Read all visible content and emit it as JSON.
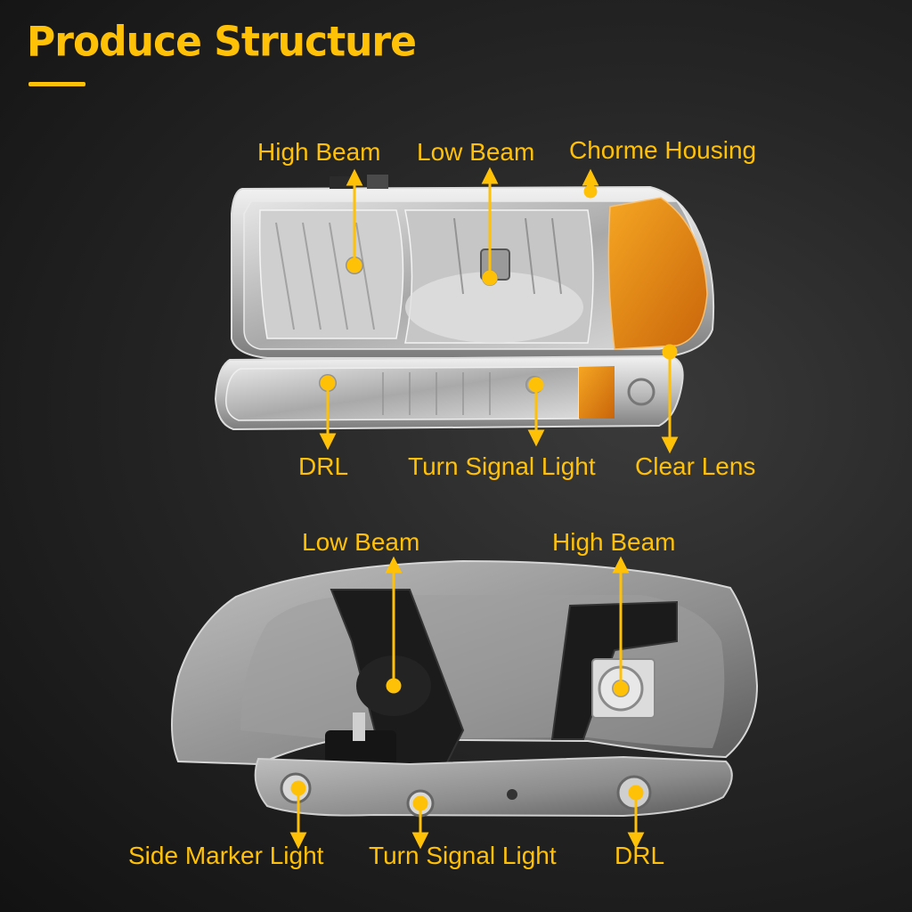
{
  "title": "Produce Structure",
  "colors": {
    "accent": "#FFC107",
    "amber_lens": "#E8870F",
    "background": "#1c1c1c"
  },
  "top_view": {
    "labels": {
      "high_beam": "High Beam",
      "low_beam": "Low Beam",
      "chrome_housing": "Chorme Housing",
      "drl": "DRL",
      "turn_signal": "Turn Signal Light",
      "clear_lens": "Clear Lens"
    }
  },
  "rear_view": {
    "labels": {
      "low_beam": "Low Beam",
      "high_beam": "High Beam",
      "side_marker": "Side Marker Light",
      "turn_signal": "Turn Signal Light",
      "drl": "DRL"
    }
  }
}
